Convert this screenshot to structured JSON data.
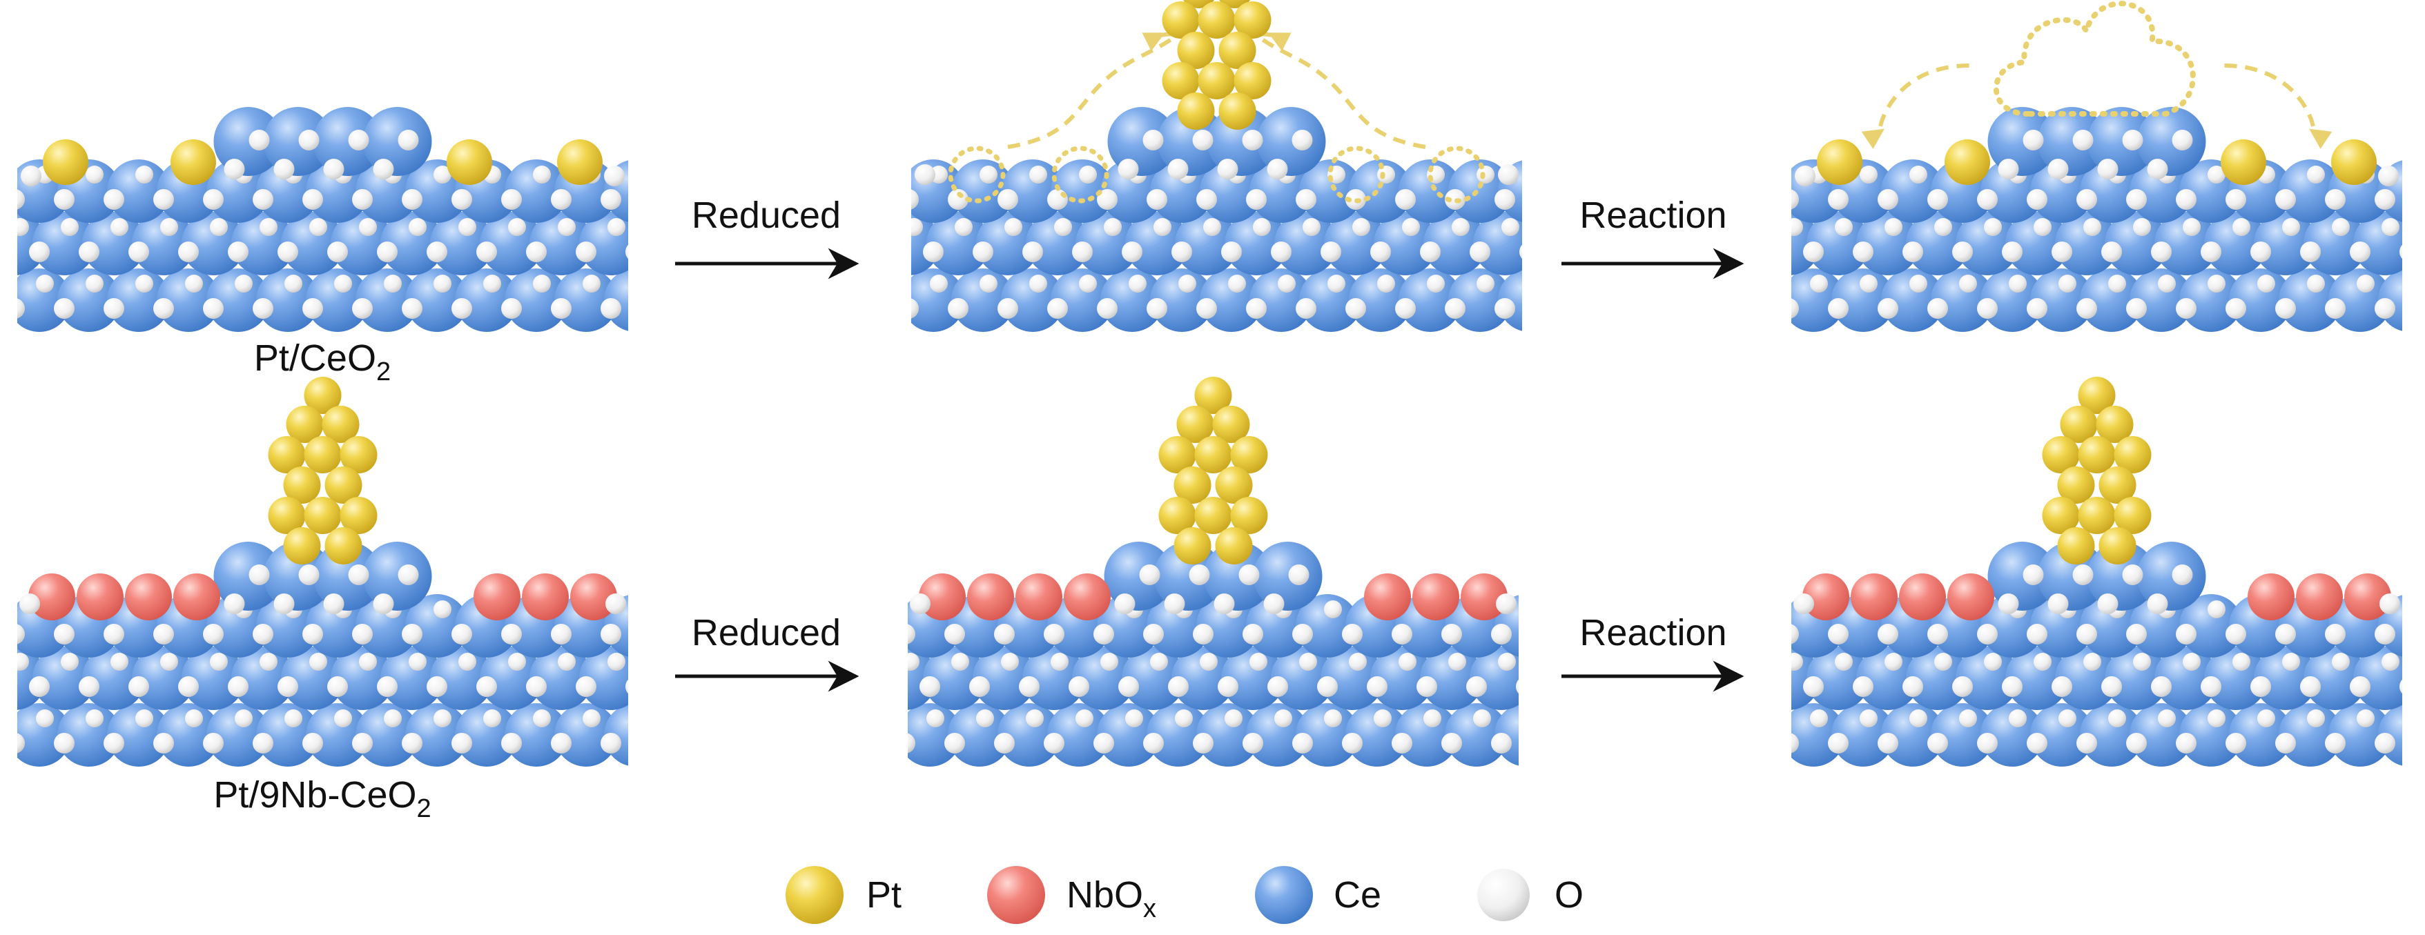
{
  "rows": [
    {
      "label": "Pt/CeO",
      "label_sub": "2",
      "panels": [
        {
          "overlay": "none",
          "pt_cluster": "none",
          "pt_single": "four",
          "nb_layer": "none"
        },
        {
          "overlay": "vacancies",
          "pt_cluster": "top",
          "pt_single": "none",
          "nb_layer": "none"
        },
        {
          "overlay": "cloud",
          "pt_cluster": "none",
          "pt_single": "four",
          "nb_layer": "none"
        }
      ],
      "arrows": [
        "Reduced",
        "Reaction"
      ]
    },
    {
      "label": "Pt/9Nb-CeO",
      "label_sub": "2",
      "panels": [
        {
          "overlay": "none",
          "pt_cluster": "top",
          "pt_single": "none",
          "nb_layer": "both"
        },
        {
          "overlay": "none",
          "pt_cluster": "top",
          "pt_single": "none",
          "nb_layer": "both"
        },
        {
          "overlay": "none",
          "pt_cluster": "top",
          "pt_single": "none",
          "nb_layer": "both"
        }
      ],
      "arrows": [
        "Reduced",
        "Reaction"
      ]
    }
  ],
  "legend": [
    {
      "label": "Pt",
      "sub": "",
      "color": "#e6c83c",
      "icon": "pt-atom-icon"
    },
    {
      "label": "NbO",
      "sub": "x",
      "color": "#ee7a72",
      "icon": "nbox-atom-icon"
    },
    {
      "label": "Ce",
      "sub": "",
      "color": "#5b93d9",
      "icon": "ce-atom-icon"
    },
    {
      "label": "O",
      "sub": "",
      "color": "#eeeeee",
      "icon": "o-atom-icon"
    }
  ],
  "colors": {
    "ce": "#5b93d9",
    "o": "#f2f2f2",
    "pt": "#e8c93a",
    "nb": "#ee7a72",
    "dash": "#e9d170",
    "arrow": "#111111"
  }
}
